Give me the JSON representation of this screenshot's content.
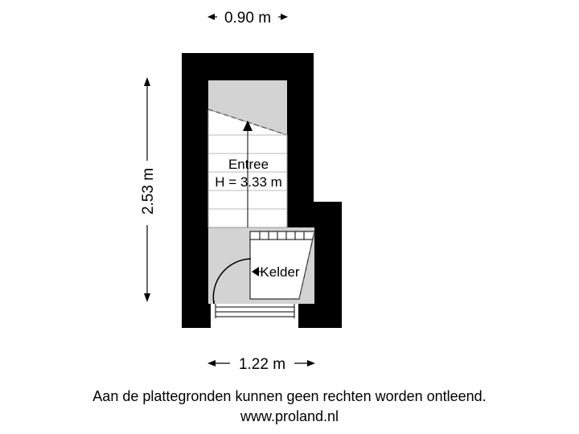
{
  "dimensions": {
    "top_width": "0.90 m",
    "left_height": "2.53 m",
    "bottom_width": "1.22 m"
  },
  "rooms": {
    "entree_name": "Entree",
    "entree_height": "H = 3.33 m",
    "kelder_name": "Kelder"
  },
  "footer": {
    "disclaimer": "Aan de plattegronden kunnen geen rechten worden ontleend.",
    "website": "www.proland.nl"
  },
  "colors": {
    "wall": "#000000",
    "floor": "#d3d3d3",
    "stairs": "#ffffff"
  }
}
